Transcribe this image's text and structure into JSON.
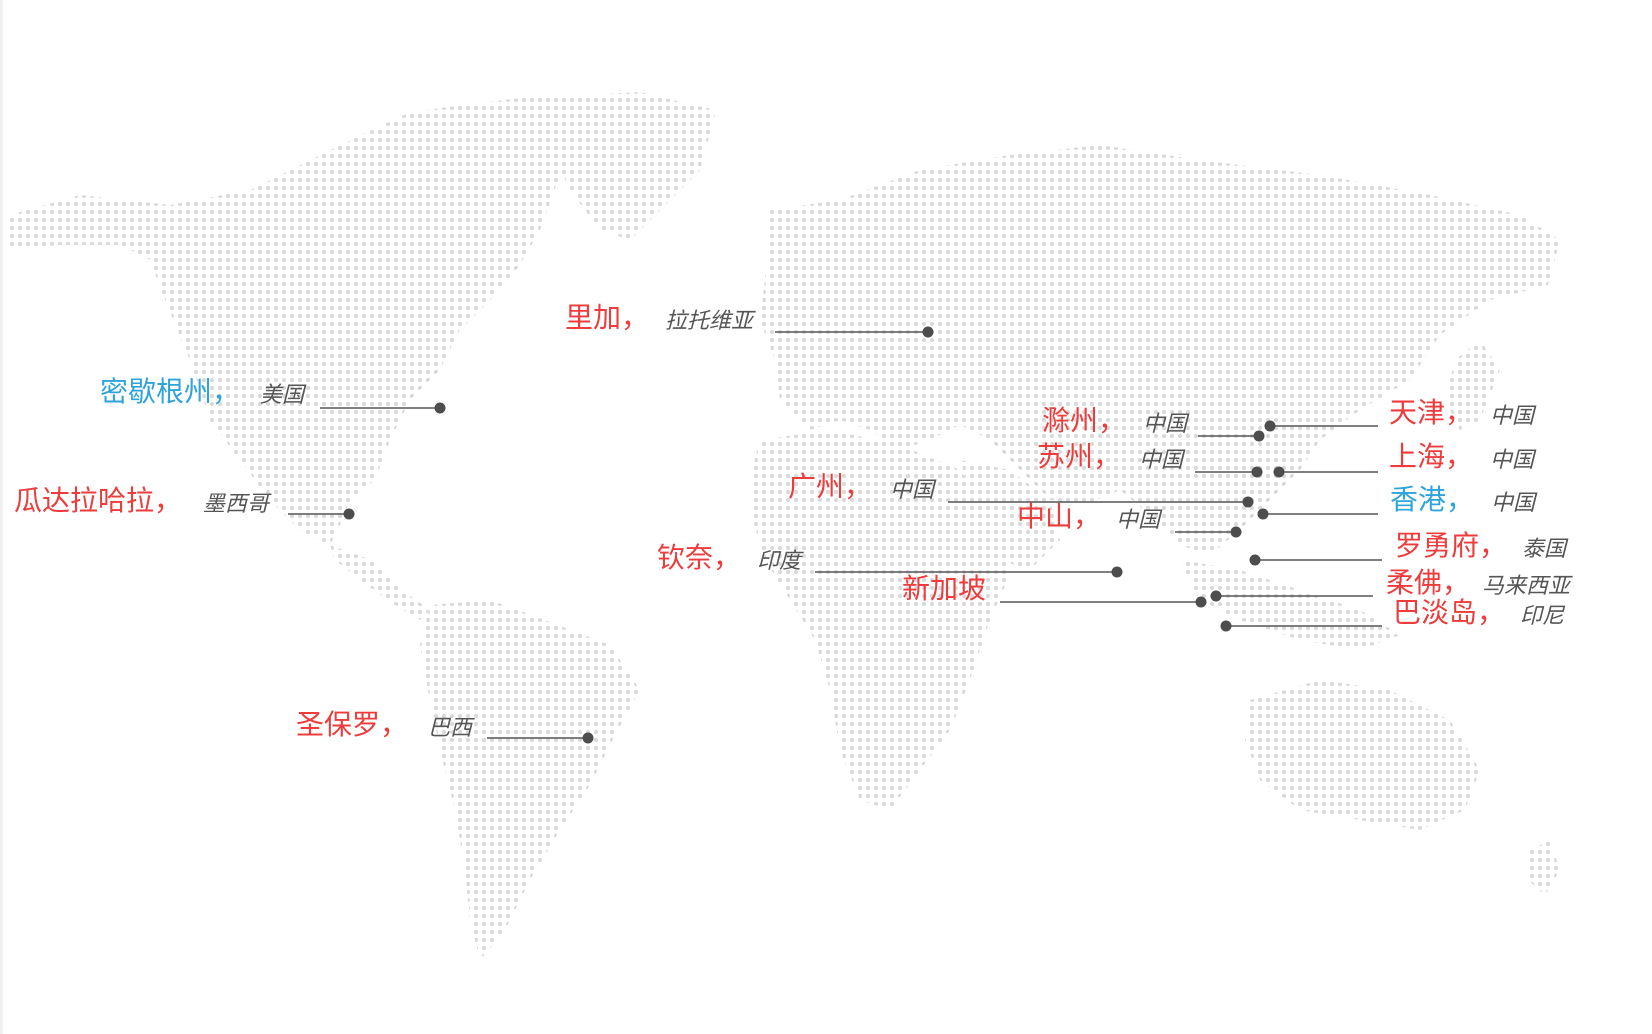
{
  "colors": {
    "red": "#ee3b3b",
    "blue": "#2ea3dc",
    "country": "#555555",
    "line": "#555555",
    "land_dots": "#d9d9d9"
  },
  "locations": [
    {
      "id": "riga",
      "city": "里加，",
      "country": "拉托维亚",
      "color": "red"
    },
    {
      "id": "michigan",
      "city": "密歇根州，",
      "country": "美国",
      "color": "blue"
    },
    {
      "id": "guadalajara",
      "city": "瓜达拉哈拉，",
      "country": "墨西哥",
      "color": "red"
    },
    {
      "id": "sao-paulo",
      "city": "圣保罗，",
      "country": "巴西",
      "color": "red"
    },
    {
      "id": "chuzhou",
      "city": "滁州，",
      "country": "中国",
      "color": "red"
    },
    {
      "id": "suzhou",
      "city": "苏州，",
      "country": "中国",
      "color": "red"
    },
    {
      "id": "guangzhou",
      "city": "广州，",
      "country": "中国",
      "color": "red"
    },
    {
      "id": "zhongshan",
      "city": "中山，",
      "country": "中国",
      "color": "red"
    },
    {
      "id": "chennai",
      "city": "钦奈，",
      "country": "印度",
      "color": "red"
    },
    {
      "id": "singapore",
      "city": "新加坡",
      "country": "",
      "color": "red"
    },
    {
      "id": "tianjin",
      "city": "天津，",
      "country": "中国",
      "color": "red"
    },
    {
      "id": "shanghai",
      "city": "上海，",
      "country": "中国",
      "color": "red"
    },
    {
      "id": "hongkong",
      "city": "香港，",
      "country": "中国",
      "color": "blue"
    },
    {
      "id": "rayong",
      "city": "罗勇府，",
      "country": "泰国",
      "color": "red"
    },
    {
      "id": "johor",
      "city": "柔佛，",
      "country": "马来西亚",
      "color": "red"
    },
    {
      "id": "batam",
      "city": "巴淡岛，",
      "country": "印尼",
      "color": "red"
    }
  ]
}
